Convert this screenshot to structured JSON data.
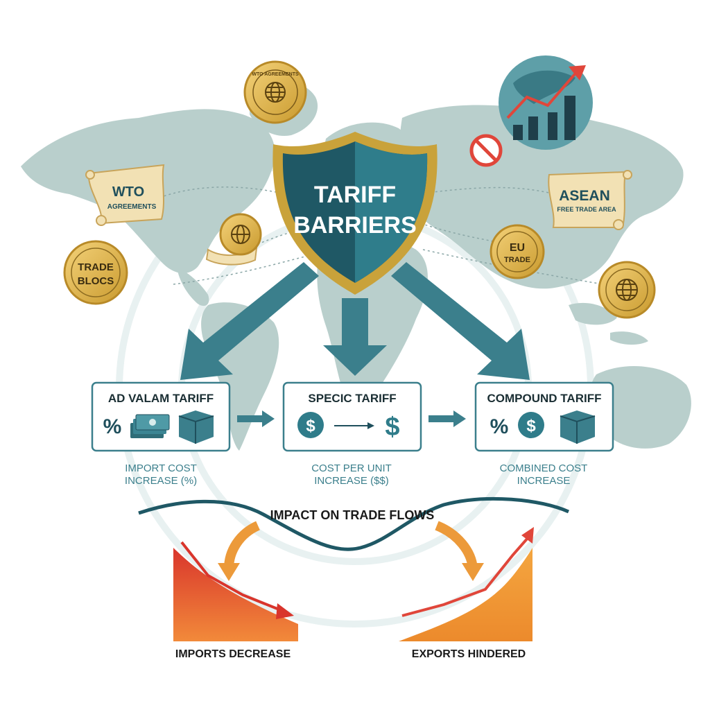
{
  "shield": {
    "line1": "TARIFF",
    "line2": "BARRIERS"
  },
  "badges": {
    "wto_seal_top": "WTO AGREEMENTS",
    "wto_scroll_line1": "WTO",
    "wto_scroll_line2": "AGREEMENTS",
    "trade_blocs_line1": "TRADE",
    "trade_blocs_line2": "BLOCS",
    "asean_line1": "ASEAN",
    "asean_line2": "FREE TRADE AREA",
    "eu_line1": "EU",
    "eu_line2": "TRADE"
  },
  "tariffs": [
    {
      "title": "AD VALAM TARIFF",
      "caption_line1": "IMPORT COST",
      "caption_line2": "INCREASE (%)"
    },
    {
      "title": "SPECIC TARIFF",
      "caption_line1": "COST PER UNIT",
      "caption_line2": "INCREASE ($$)"
    },
    {
      "title": "COMPOUND TARIFF",
      "caption_line1": "COMBINED COST",
      "caption_line2": "INCREASE"
    }
  ],
  "symbols": {
    "percent": "%",
    "dollar": "$"
  },
  "impact": {
    "title": "IMPACT ON TRADE FLOWS",
    "imports_label": "IMPORTS DECREASE",
    "exports_label": "EXPORTS HINDERED"
  },
  "colors": {
    "teal": "#2f7c8a",
    "dark_teal": "#1f4f5c",
    "gold": "#d4a838",
    "red": "#e0463a",
    "orange": "#ec9a3a",
    "map": "#b9cfcc"
  }
}
